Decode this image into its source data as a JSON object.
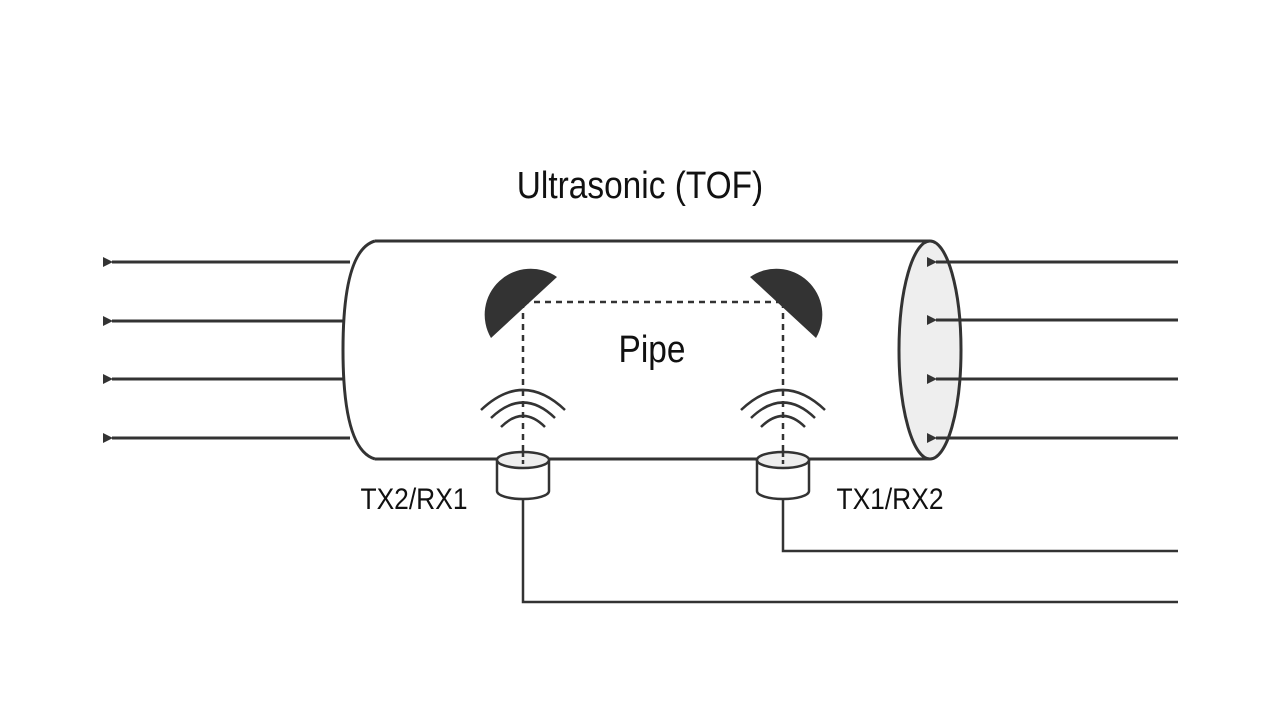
{
  "title": "Ultrasonic (TOF)",
  "pipe_label": "Pipe",
  "transducers": [
    {
      "id": "left",
      "label": "TX2/RX1"
    },
    {
      "id": "right",
      "label": "TX1/RX2"
    }
  ],
  "flow": {
    "direction": "right-to-left",
    "arrow_count": 4
  },
  "colors": {
    "stroke": "#333333",
    "reflector": "#333333",
    "end_cap_fill": "#eeeeee",
    "text": "#111111"
  }
}
